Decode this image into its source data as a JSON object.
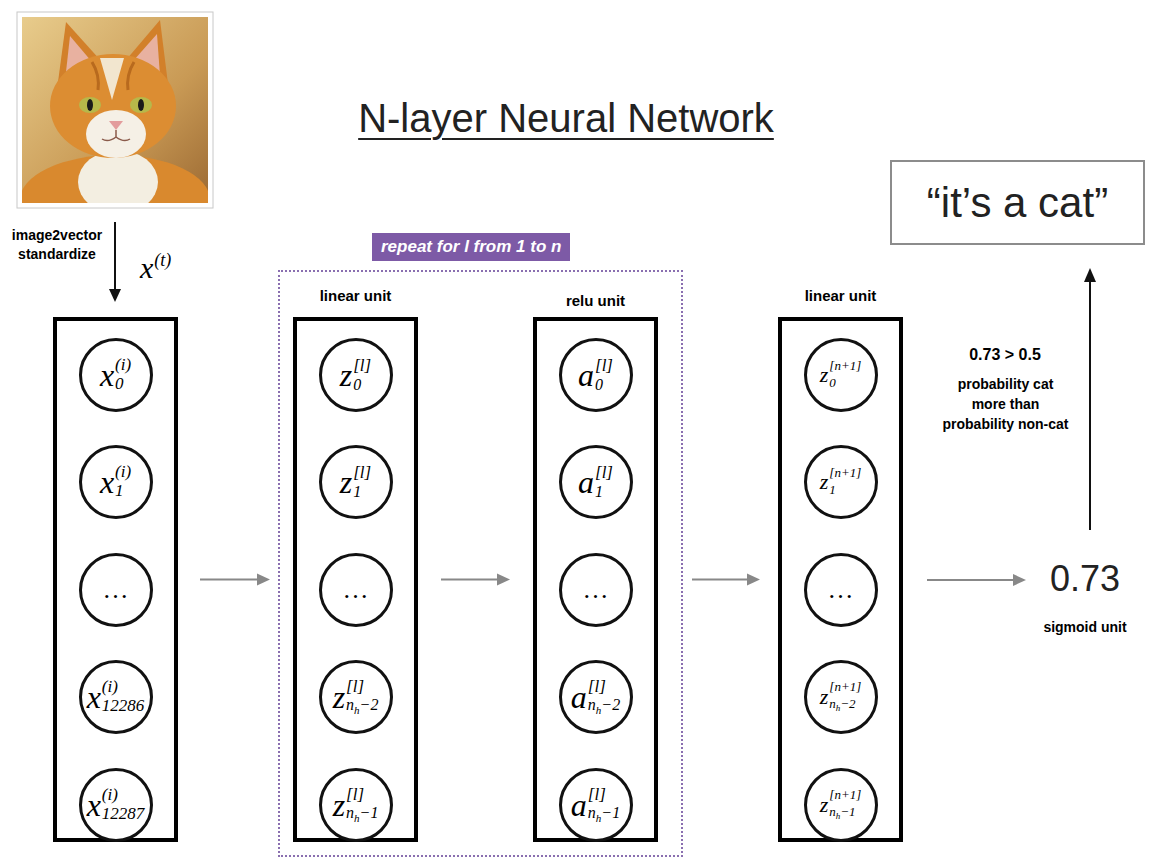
{
  "diagram": {
    "title": "N-layer Neural Network",
    "nodes": [
      {
        "text": [
          "x",
          "(t)"
        ]
      },
      {
        "text": [
          "x",
          "(i)",
          "0"
        ],
        "in": 0
      },
      {
        "text": [
          "x",
          "(i)",
          "1"
        ],
        "in": 0
      },
      {
        "text": [
          "…"
        ],
        "in": 0
      },
      {
        "text": [
          "x",
          "(i)",
          "12286"
        ],
        "in": 0
      },
      {
        "text": [
          "x",
          "(i)",
          "12287"
        ],
        "in": 0
      },
      {
        "text": [
          "repeat for l from 1 to n"
        ]
      },
      {
        "text": [
          "linear unit"
        ],
        "in": 6
      },
      {
        "text": [
          "z",
          "[l]",
          "0"
        ],
        "in": 7
      },
      {
        "text": [
          "z",
          "[l]",
          "1"
        ],
        "in": 7
      },
      {
        "text": [
          "…"
        ],
        "in": 7
      },
      {
        "text": [
          "z",
          "[l]",
          "n",
          "h",
          "−2"
        ],
        "in": 7
      },
      {
        "text": [
          "z",
          "[l]",
          "n",
          "h",
          "−1"
        ],
        "in": 7
      },
      {
        "text": [
          "relu unit"
        ],
        "in": 6
      },
      {
        "text": [
          "a",
          "[l]",
          "0"
        ],
        "in": 13
      },
      {
        "text": [
          "a",
          "[l]",
          "1"
        ],
        "in": 13
      },
      {
        "text": [
          "…"
        ],
        "in": 13
      },
      {
        "text": [
          "a",
          "[l]",
          "n",
          "h",
          "−2"
        ],
        "in": 13
      },
      {
        "text": [
          "a",
          "[l]",
          "n",
          "h",
          "−1"
        ],
        "in": 13
      },
      {
        "text": [
          "linear unit"
        ]
      },
      {
        "text": [
          "z",
          "[n+1]",
          "0"
        ],
        "in": 19
      },
      {
        "text": [
          "z",
          "[n+1]",
          "1"
        ],
        "in": 19
      },
      {
        "text": [
          "…"
        ],
        "in": 19
      },
      {
        "text": [
          "z",
          "[n+1]",
          "n",
          "h",
          "−2"
        ],
        "in": 19
      },
      {
        "text": [
          "z",
          "[n+1]",
          "n",
          "h",
          "−1"
        ],
        "in": 19
      },
      {
        "text": [
          "“it’s a cat”"
        ]
      }
    ],
    "edges": [
      {
        "from": 0,
        "to": 6,
        "arrow": "to"
      },
      {
        "from": 7,
        "to": 13,
        "arrow": "to"
      },
      {
        "from": 13,
        "to": 19,
        "arrow": "to"
      }
    ],
    "labels": [
      "image2vector standardize",
      "0.73 > 0.5",
      "probability cat more than probability non-cat",
      "0.73",
      "sigmoid unit"
    ]
  }
}
